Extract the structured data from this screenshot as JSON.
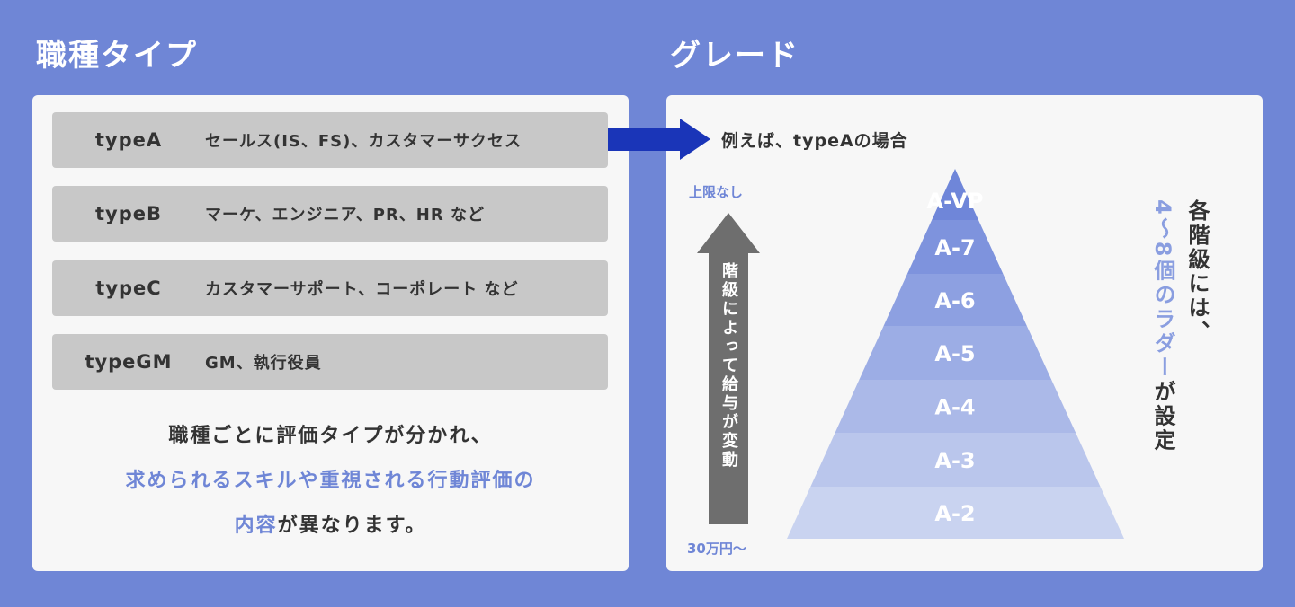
{
  "left": {
    "title": "職種タイプ",
    "types": [
      {
        "name": "typeA",
        "desc": "セールス(IS、FS)、カスタマーサクセス"
      },
      {
        "name": "typeB",
        "desc": "マーケ、エンジニア、PR、HR など"
      },
      {
        "name": "typeC",
        "desc": "カスタマーサポート、コーポレート など"
      },
      {
        "name": "typeGM",
        "desc": "GM、執行役員"
      }
    ],
    "summary": {
      "line1": "職種ごとに評価タイプが分かれ、",
      "line2": "求められるスキルや重視される行動評価の",
      "line3_accent": "内容",
      "line3_rest": "が異なります。"
    }
  },
  "right": {
    "title": "グレード",
    "example": "例えば、typeAの場合",
    "top_label": "上限なし",
    "bottom_label": "30万円〜",
    "arrow_text": "階級によって給与が変動",
    "grades": [
      "A-VP",
      "A-7",
      "A-6",
      "A-5",
      "A-4",
      "A-3",
      "A-2"
    ],
    "side_text_1": "各階級には、",
    "side_text_accent": "4〜8個のラダー",
    "side_text_rest": "が設定"
  },
  "colors": {
    "background": "#6f86d6",
    "arrow": "#1a35b8",
    "gray_arrow": "#6e6e6e"
  }
}
